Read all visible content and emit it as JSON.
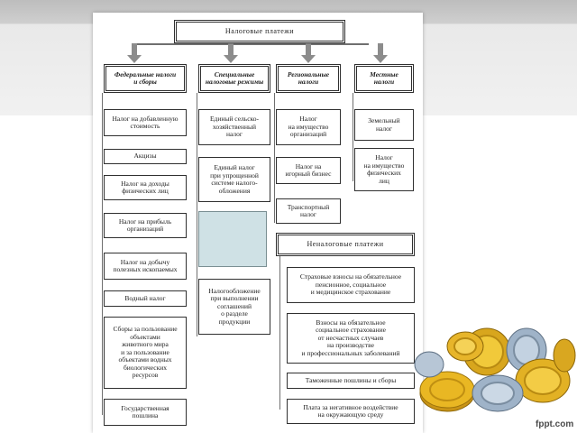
{
  "diagram": {
    "title": "Налоговые платежи",
    "columns": {
      "federal": "Федеральные налоги\nи сборы",
      "special": "Специальные\nналоговые режимы",
      "regional": "Региональные\nналоги",
      "local": "Местные\nналоги"
    },
    "federal_items": [
      "Налог на добавленную\nстоимость",
      "Акцизы",
      "Налог на доходы\nфизических лиц",
      "Налог на прибыль\nорганизаций",
      "Налог на добычу\nполезных ископаемых",
      "Водный налог",
      "Сборы за пользование\nобъектами\nживотного мира\nи за пользование\nобъектами водных\nбиологических\nресурсов",
      "Государственная\nпошлина"
    ],
    "special_items": [
      "Единый сельско-\nхозяйственный\nналог",
      "Единый налог\nпри упрощенной\nсистеме налого-\nобложения",
      "",
      "Налогообложение\nпри выполнении\nсоглашений\nо разделе\nпродукции"
    ],
    "regional_items": [
      "Налог\nна имущество\nорганизаций",
      "Налог на\nигорный бизнес",
      "Транспортный\nналог"
    ],
    "local_items": [
      "Земельный\nналог",
      "Налог\nна имущество\nфизических\nлиц"
    ],
    "nontax": {
      "title": "Неналоговые платежи",
      "items": [
        "Страховые взносы на обязательное\nпенсионное, социальное\nи медицинское страхование",
        "Взносы на обязательное\nсоциальное страхование\nот несчастных случаев\nна производстве\nи профессиональных заболеваний",
        "Таможенные пошлины и сборы",
        "Плата за негативное воздействие\nна окружающую среду"
      ]
    }
  },
  "branding": {
    "watermark": "fppt.com"
  },
  "colors": {
    "border": "#303030",
    "arrow": "#8c8c8c",
    "shaded_box": "#cfe1e5",
    "coin_gold": "#e9b723",
    "coin_silver": "#9fb3c8"
  }
}
